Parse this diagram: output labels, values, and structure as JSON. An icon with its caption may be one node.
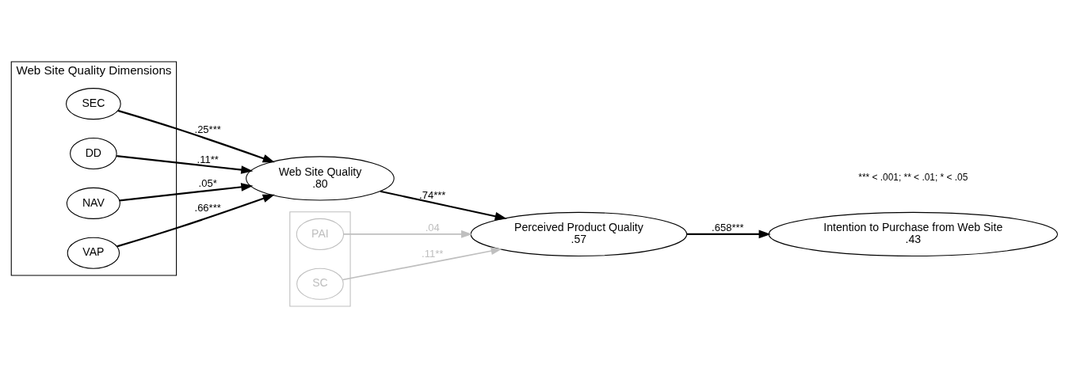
{
  "diagram": {
    "nodes": [
      {
        "text": [
          "Web Site Quality Dimensions"
        ]
      },
      {
        "text": [
          "SEC"
        ],
        "in": 0
      },
      {
        "text": [
          "DD"
        ],
        "in": 0
      },
      {
        "text": [
          "NAV"
        ],
        "in": 0
      },
      {
        "text": [
          "VAP"
        ],
        "in": 0
      },
      {
        "text": [],
        "shape": "box"
      },
      {
        "text": [
          "PAI"
        ],
        "in": 5
      },
      {
        "text": [
          "SC"
        ],
        "in": 5
      },
      {
        "text": [
          "Web Site Quality",
          ".80"
        ]
      },
      {
        "text": [
          "Perceived Product Quality",
          ".57"
        ]
      },
      {
        "text": [
          "Intention to Purchase from Web Site",
          ".43"
        ]
      }
    ],
    "edges": [
      {
        "from": 1,
        "to": 8,
        "arrow": "to",
        "label": ".25***"
      },
      {
        "from": 2,
        "to": 8,
        "arrow": "to",
        "label": ".11**"
      },
      {
        "from": 3,
        "to": 8,
        "arrow": "to",
        "label": ".05*"
      },
      {
        "from": 4,
        "to": 8,
        "arrow": "to",
        "label": ".66***"
      },
      {
        "from": 8,
        "to": 9,
        "arrow": "to",
        "label": ".74***"
      },
      {
        "from": 6,
        "to": 9,
        "arrow": "to",
        "label": ".04",
        "color": "#bfbfbf"
      },
      {
        "from": 7,
        "to": 9,
        "arrow": "to",
        "label": ".11**",
        "color": "#bfbfbf"
      },
      {
        "from": 9,
        "to": 10,
        "arrow": "to",
        "label": ".658***"
      }
    ],
    "labels": [
      "*** < .001; ** < .01; * < .05"
    ]
  }
}
